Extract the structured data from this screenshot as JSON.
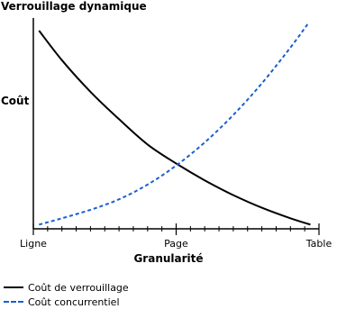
{
  "chart_data": {
    "type": "line",
    "title": "Verrouillage dynamique",
    "ylabel": "Coût",
    "xlabel": "Granularité",
    "xlim": [
      0,
      1
    ],
    "ylim": [
      0,
      1
    ],
    "x_ticks": [
      {
        "x": 0.0,
        "label": "Ligne"
      },
      {
        "x": 0.5,
        "label": "Page"
      },
      {
        "x": 1.0,
        "label": "Table"
      }
    ],
    "minor_ticks": 20,
    "grid": false,
    "legend_position": "bottom-left",
    "series": [
      {
        "name": "Coût de verrouillage",
        "color": "#000000",
        "style": "solid",
        "x": [
          0.02,
          0.1,
          0.2,
          0.3,
          0.4,
          0.5,
          0.6,
          0.7,
          0.8,
          0.9,
          0.97
        ],
        "y": [
          0.94,
          0.8,
          0.65,
          0.52,
          0.4,
          0.31,
          0.23,
          0.16,
          0.1,
          0.05,
          0.02
        ]
      },
      {
        "name": "Coût concurrentiel",
        "color": "#1a5fd0",
        "style": "dashed",
        "x": [
          0.02,
          0.1,
          0.2,
          0.3,
          0.4,
          0.5,
          0.6,
          0.7,
          0.8,
          0.9,
          0.96
        ],
        "y": [
          0.02,
          0.05,
          0.09,
          0.14,
          0.21,
          0.3,
          0.41,
          0.54,
          0.69,
          0.86,
          0.97
        ]
      }
    ]
  }
}
